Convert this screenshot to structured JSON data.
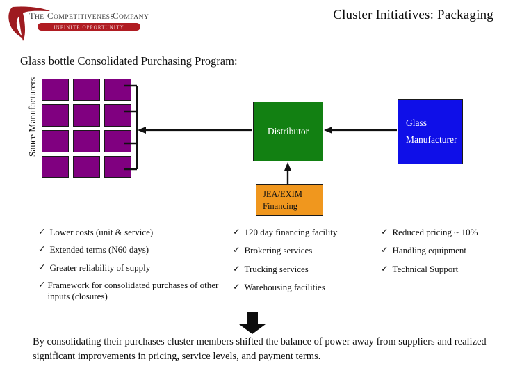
{
  "logo": {
    "company_name_1": "THE",
    "company_name_2": "COMPETITIVENESS",
    "company_name_3": "COMPANY",
    "tagline": "INFINITE OPPORTUNITY",
    "swoosh_color": "#9e1b20",
    "banner_color": "#b01c22",
    "text_color": "#3a3a3a"
  },
  "slide": {
    "title": "Cluster Initiatives: Packaging",
    "section_heading": "Glass bottle Consolidated Purchasing Program:"
  },
  "diagram": {
    "axis_label": "Sauce Manufacturers",
    "grid": {
      "rows": 4,
      "cols": 3,
      "fill_color": "#800080",
      "border_color": "#1a1a1a",
      "cells": [
        "mfg-1",
        "mfg-2",
        "mfg-3",
        "mfg-4",
        "mfg-5",
        "mfg-6",
        "mfg-7",
        "mfg-8",
        "mfg-9",
        "mfg-10",
        "mfg-11",
        "mfg-12"
      ]
    },
    "nodes": {
      "distributor": {
        "label": "Distributor",
        "fill_color": "#128012",
        "text_color": "#ffffff"
      },
      "glass_manufacturer": {
        "label_line1": "Glass",
        "label_line2": "Manufacturer",
        "fill_color": "#0f0fe8",
        "text_color": "#ffffff"
      },
      "financing": {
        "label_line1": "JEA/EXIM",
        "label_line2": "Financing",
        "fill_color": "#f0971e",
        "text_color": "#111111"
      }
    },
    "connectors": {
      "bracket_to_distributor": "arrow-left",
      "glass_to_distributor": "arrow-left",
      "financing_to_distributor": "arrow-up"
    }
  },
  "benefits": {
    "check_glyph": "✓",
    "columns": [
      {
        "name": "manufacturer-benefits",
        "items": [
          "Lower costs (unit & service)",
          "Extended terms (N60 days)",
          "Greater reliability of supply",
          "Framework for consolidated purchases of other inputs (closures)"
        ]
      },
      {
        "name": "distributor-services",
        "items": [
          "120 day financing facility",
          "Brokering services",
          "Trucking services",
          "Warehousing facilities"
        ]
      },
      {
        "name": "supplier-benefits",
        "items": [
          "Reduced pricing ~ 10%",
          "Handling equipment",
          "Technical Support"
        ]
      }
    ]
  },
  "conclusion": {
    "text": "By consolidating their purchases cluster members shifted the balance of power away from suppliers and realized significant improvements in pricing, service levels, and payment terms.",
    "arrow": "down-arrow"
  }
}
